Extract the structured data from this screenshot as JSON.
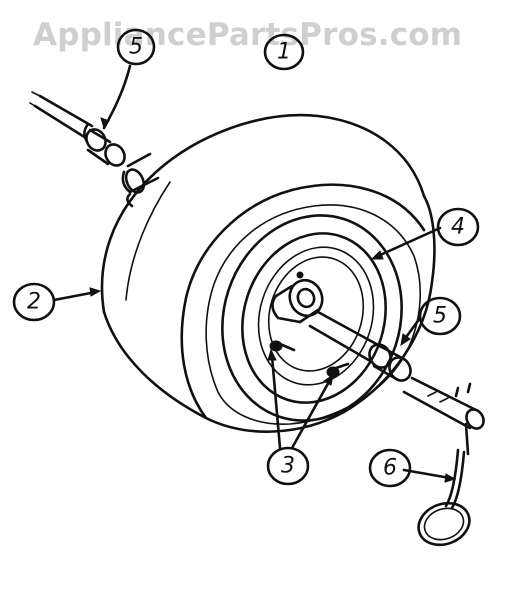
{
  "watermark": "AppliancePartsPros.com",
  "callouts": [
    {
      "id": "callout-1",
      "label": "1"
    },
    {
      "id": "callout-2",
      "label": "2"
    },
    {
      "id": "callout-3",
      "label": "3"
    },
    {
      "id": "callout-4",
      "label": "4"
    },
    {
      "id": "callout-5-top",
      "label": "5"
    },
    {
      "id": "callout-5",
      "label": "5"
    },
    {
      "id": "callout-6",
      "label": "6"
    }
  ]
}
